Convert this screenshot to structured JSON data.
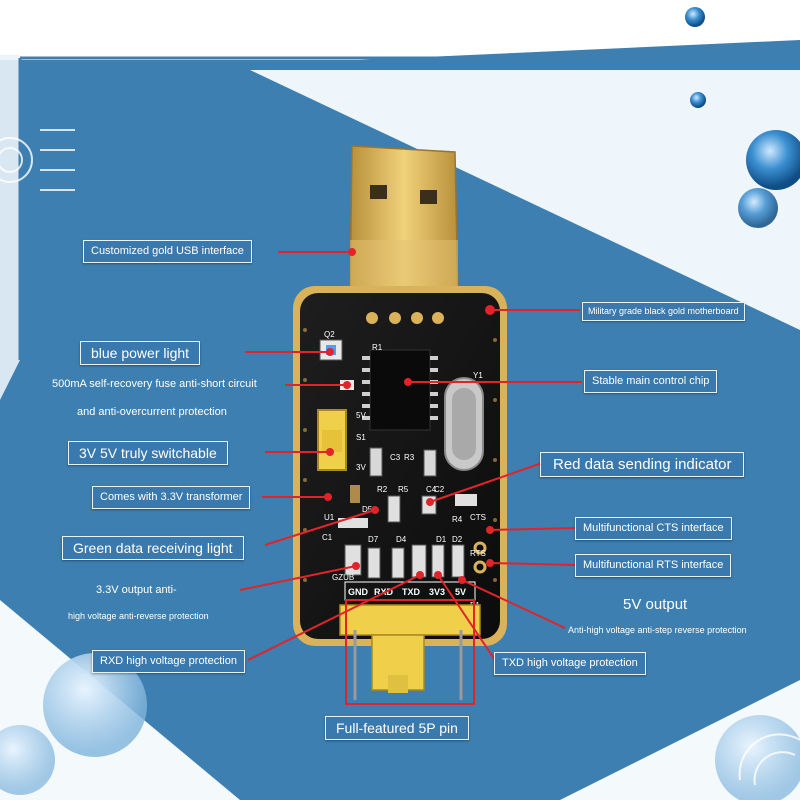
{
  "labels": {
    "usb": "Customized gold USB interface",
    "motherboard": "Military grade black gold motherboard",
    "blue_light": "blue power light",
    "fuse_line1": "500mA self-recovery fuse anti-short circuit",
    "fuse_line2": "and anti-overcurrent protection",
    "chip": "Stable main control chip",
    "switchable": "3V 5V truly switchable",
    "red_indicator": "Red data sending indicator",
    "transformer": "Comes with 3.3V transformer",
    "cts": "Multifunctional CTS interface",
    "green_light": "Green data receiving light",
    "rts": "Multifunctional RTS interface",
    "out33_line1": "3.3V output anti-",
    "out33_line2": "high voltage anti-reverse protection",
    "out5v": "5V output",
    "out5v_sub": "Anti-high voltage anti-step reverse protection",
    "rxd": "RXD high voltage protection",
    "txd": "TXD high voltage protection",
    "pins": "Full-featured 5P pin"
  },
  "board_silkscreen": {
    "pins": [
      "GND",
      "RXD",
      "TXD",
      "3V3",
      "5V"
    ],
    "refs": [
      "Q2",
      "R1",
      "R2",
      "R3",
      "R4",
      "R5",
      "C1",
      "C2",
      "C3",
      "C4",
      "D1",
      "D2",
      "D4",
      "D5",
      "D7",
      "Y1",
      "U1",
      "S1",
      "5V",
      "3V",
      "CTS",
      "RTS",
      "P1",
      "GZUB"
    ]
  },
  "colors": {
    "background": "#3d7fb0",
    "pcb": "#141414",
    "gold": "#d9b25a",
    "header": "#f0d04a",
    "leader": "#e0242a",
    "label_box": "#3a79ad"
  }
}
